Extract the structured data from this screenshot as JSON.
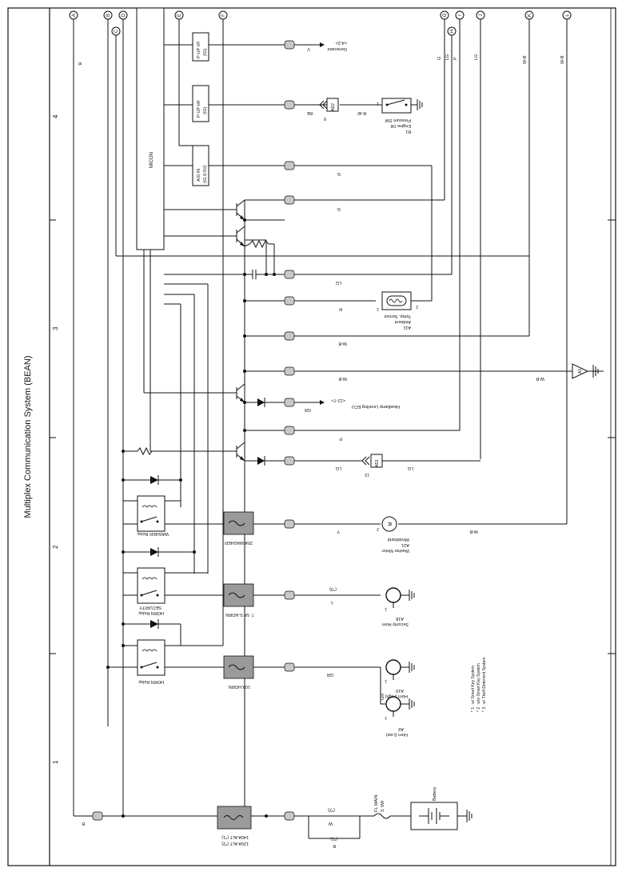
{
  "title": "Multiplex Communication System (BEAN)",
  "grid_numbers": [
    "1",
    "2",
    "3",
    "4"
  ],
  "circle_tags": [
    "A",
    "B",
    "C",
    "D",
    "E",
    "F",
    "G",
    "H",
    "I",
    "J",
    "K",
    "L"
  ],
  "micon_label": "MICON",
  "ic_blocks": {
    "pup_v": [
      "P-UP VF",
      "(IG)"
    ],
    "pup_h": [
      "P-UP HF",
      "(IG)"
    ],
    "ad_in": [
      "A/D IN",
      "(IG 0-5V)"
    ]
  },
  "fuses": {
    "main": [
      "140A ALT (*1)",
      "120A ALT (*2)"
    ],
    "horn": "10A HORN",
    "shorn": "7. 5A S-HORN",
    "washer": "20A WASHER",
    "flmain": [
      "FL MAIN",
      "3. 0W"
    ]
  },
  "relays": {
    "horn": "HORN Relay",
    "security": [
      "SECURITY",
      "HORN Relay"
    ],
    "washer": "WASHER Relay"
  },
  "components": {
    "battery": "Battery",
    "a9": [
      "A9",
      "Horn (Low)"
    ],
    "a10": [
      "A10",
      "Horn (High)"
    ],
    "a18": [
      "A18",
      "Security Horn"
    ],
    "a31": [
      "A31",
      "Windshield",
      "Washer Motor"
    ],
    "a11": [
      "A11",
      "Ambient",
      "Temp. Sensor"
    ],
    "b1": [
      "B1",
      "Engine Oil",
      "Pressure SW"
    ],
    "generator": [
      "<4-2>",
      "Generator"
    ],
    "headlamp": [
      "<12-7>",
      "Headlamp Leveling ECU"
    ],
    "a3": "A3"
  },
  "notes": [
    "* 1 : w/ Smart Key System",
    "* 2 : w/o Smart Key System",
    "* 3 : w/ Theft Deterrent System"
  ],
  "wire_colors": {
    "b": "B",
    "w": "W",
    "gr": "GR",
    "l": "L",
    "y": "Y",
    "lg": "LG",
    "p": "P",
    "wb": "W-B",
    "r": "R",
    "g": "G",
    "be": "BE",
    "bw": "B-W",
    "v": "V"
  },
  "tags": {
    "star1": "(*1)",
    "star2": "(*2)",
    "star3": "(*3)"
  },
  "connector_refs": {
    "ad2": "AD2",
    "ad1": "AD1"
  },
  "pin_numbers": [
    "1",
    "2",
    "8",
    "13"
  ]
}
